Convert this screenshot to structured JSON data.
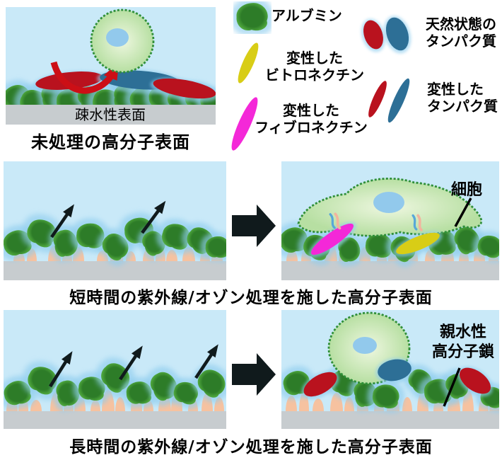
{
  "figure": {
    "legend": {
      "items": [
        {
          "id": "albumin",
          "label": "アルブミン"
        },
        {
          "id": "native-proteins",
          "label": "天然状態の\nタンパク質"
        },
        {
          "id": "denatured-vitronectin",
          "label": "変性した\nビトロネクチン"
        },
        {
          "id": "denatured-proteins",
          "label": "変性した\nタンパク質"
        },
        {
          "id": "denatured-fibronectin",
          "label": "変性した\nフィブロネクチン"
        }
      ]
    },
    "panels": {
      "untreated": {
        "surface_label": "疎水性表面",
        "caption": "未処理の高分子表面"
      },
      "short": {
        "caption": "短時間の紫外線/オゾン処理を施した高分子表面",
        "cell_label": "細胞"
      },
      "long": {
        "caption": "長時間の紫外線/オゾン処理を施した高分子表面",
        "chain_label_1": "親水性",
        "chain_label_2": "高分子鎖"
      }
    },
    "colors": {
      "panel_bg": "#c9e9f8",
      "surface_gray": "#c7cccf",
      "blob_dark": "#2d7c28",
      "blob_light": "#4da53c",
      "halo_blue": "#8fcdee",
      "native_red": "#b9121e",
      "native_blue": "#2d6f96",
      "denatured_yellow": "#d8cd16",
      "denatured_magenta": "#f428d8",
      "cell_center": "#eef7e0",
      "cell_edge": "#b7dfa2",
      "cell_border": "#2f8f3a",
      "nucleus_blue": "#92c9ec",
      "bump_peach": "#f6c2a0",
      "bounce_red": "#cc0f16",
      "arrow_black": "#101a1c",
      "receptor_blue": "#58a8d8",
      "receptor_pink": "#f2b49e",
      "text": "#000000"
    }
  }
}
